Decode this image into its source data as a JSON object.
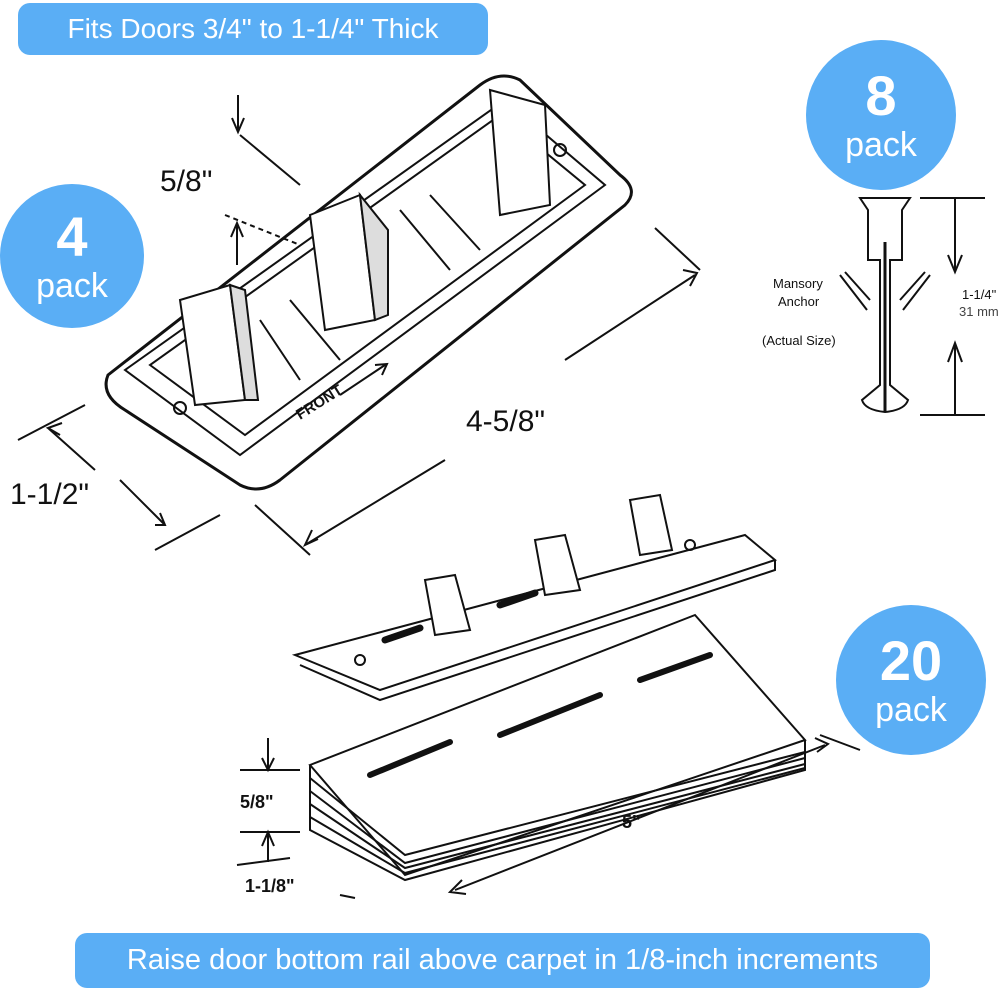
{
  "top_banner": "Fits Doors 3/4\" to 1-1/4\" Thick",
  "bottom_banner": "Raise door bottom rail above carpet in 1/8-inch increments",
  "badges": [
    {
      "number": "4",
      "label": "pack"
    },
    {
      "number": "8",
      "label": "pack"
    },
    {
      "number": "20",
      "label": "pack"
    }
  ],
  "guide": {
    "height": "5/8\"",
    "length": "4-5/8\"",
    "width": "1-1/2\"",
    "front_label": "FRONT"
  },
  "anchor": {
    "name_line1": "Mansory",
    "name_line2": "Anchor",
    "note": "(Actual Size)",
    "length_in": "1-1/4\"",
    "length_mm": "31 mm"
  },
  "shims": {
    "height": "5/8\"",
    "length": "5\"",
    "width": "1-1/8\""
  },
  "colors": {
    "accent": "#5aaef5"
  }
}
